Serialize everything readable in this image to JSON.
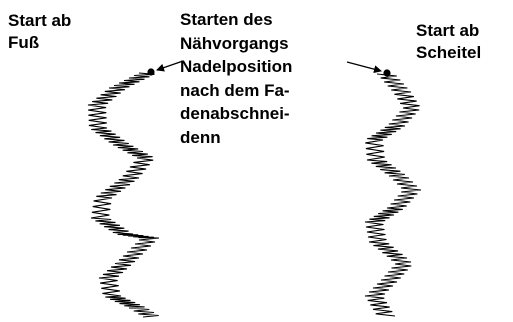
{
  "labels": {
    "left": [
      "Start ab",
      "Fuß"
    ],
    "right": [
      "Start ab",
      "Scheitel"
    ],
    "center": [
      "Starten des",
      "Nähvorgangs",
      "Nadelposition",
      "nach dem Fa-",
      "denabschnei-",
      "denn"
    ]
  },
  "colors": {
    "ink": "#000000",
    "background": "#ffffff"
  }
}
